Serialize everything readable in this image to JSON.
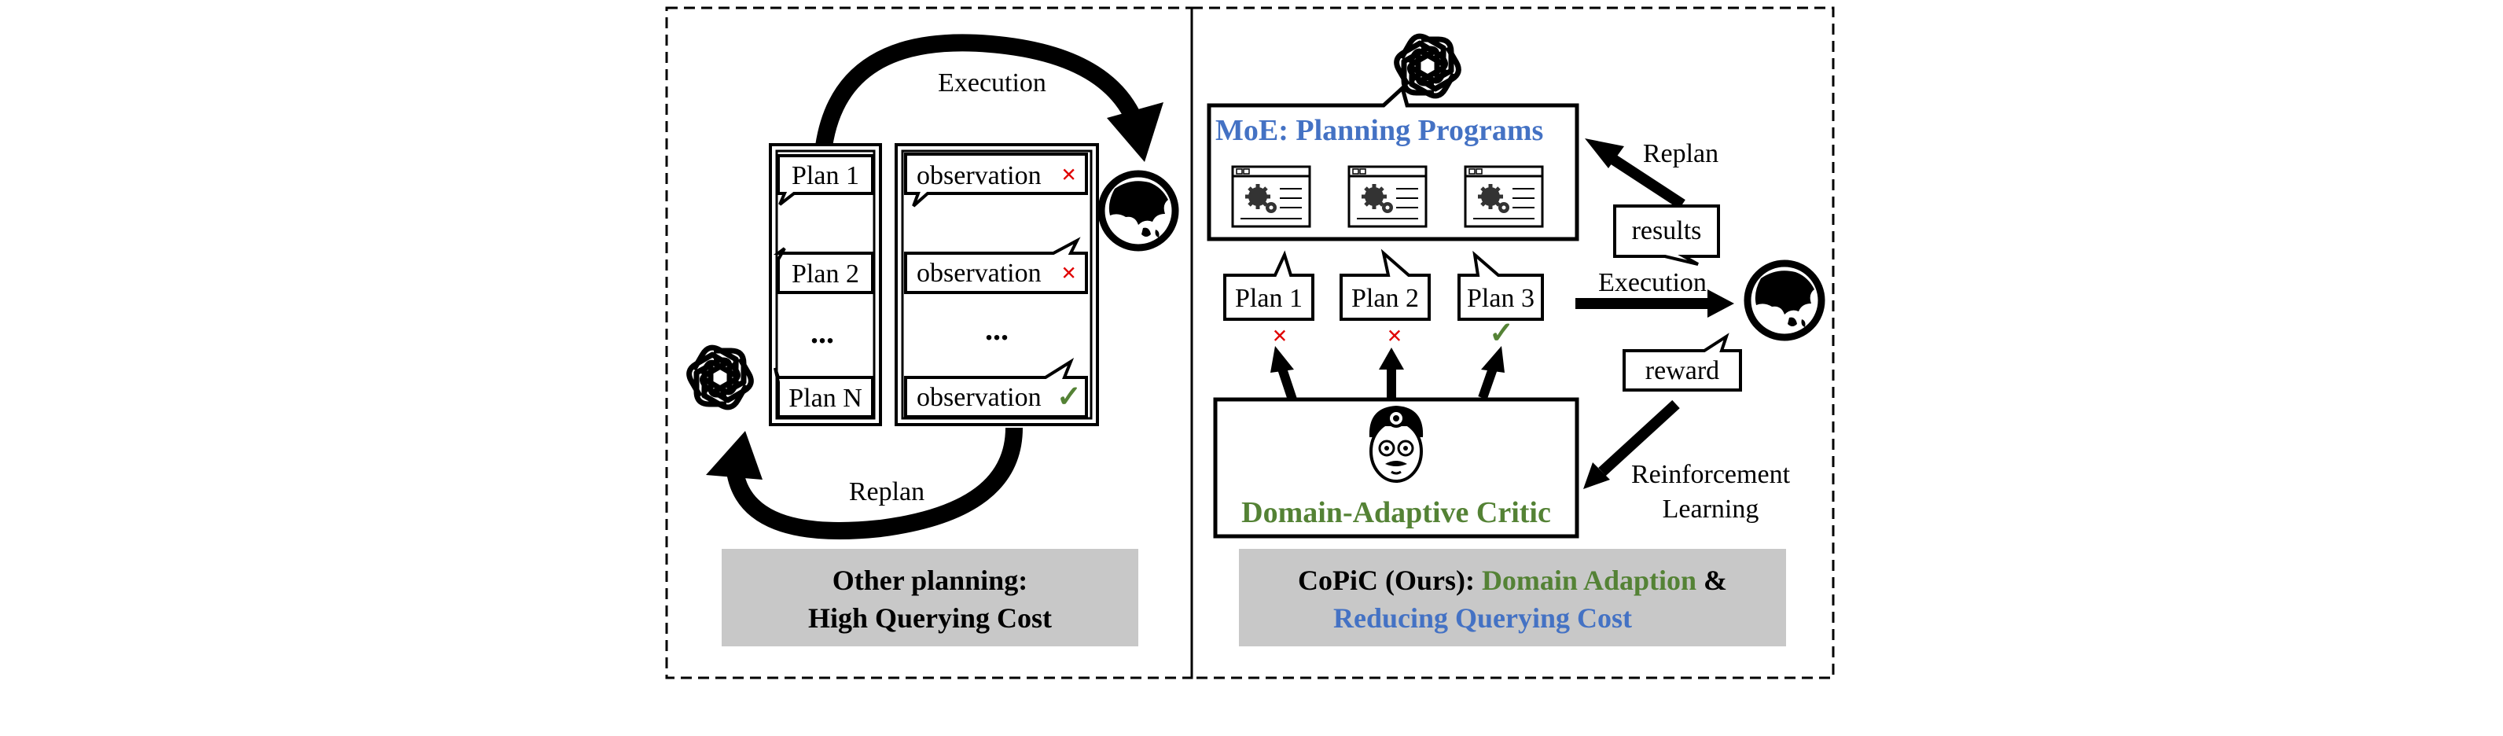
{
  "left_panel": {
    "execution_label": "Execution",
    "replan_label": "Replan",
    "plans": [
      "Plan 1",
      "Plan 2",
      "...",
      "Plan N"
    ],
    "observations": [
      {
        "text": "observation",
        "status": "fail"
      },
      {
        "text": "observation",
        "status": "fail"
      },
      {
        "text": "...",
        "status": "none"
      },
      {
        "text": "observation",
        "status": "success"
      }
    ],
    "caption_line1": "Other planning:",
    "caption_line2": "High Querying Cost"
  },
  "right_panel": {
    "moe_title": "MoE: Planning Programs",
    "replan_label": "Replan",
    "results_label": "results",
    "execution_label": "Execution",
    "reward_label": "reward",
    "rl_line1": "Reinforcement",
    "rl_line2": "Learning",
    "plans": [
      {
        "label": "Plan 1",
        "status": "fail"
      },
      {
        "label": "Plan 2",
        "status": "fail"
      },
      {
        "label": "Plan 3",
        "status": "success"
      }
    ],
    "critic_label": "Domain-Adaptive Critic",
    "caption_prefix": "CoPiC (Ours): ",
    "caption_green": "Domain Adaption",
    "caption_amp": " &",
    "caption_blue": "Reducing Querying Cost"
  },
  "symbols": {
    "fail_mark": "×",
    "success_mark": "✓"
  },
  "colors": {
    "blue": "#4472C4",
    "green": "#548235",
    "red": "#E00000",
    "caption_bg": "#C8C8C8"
  },
  "icons": [
    "openai-logo-icon",
    "globe-icon",
    "program-window-icon",
    "doctor-critic-icon"
  ]
}
